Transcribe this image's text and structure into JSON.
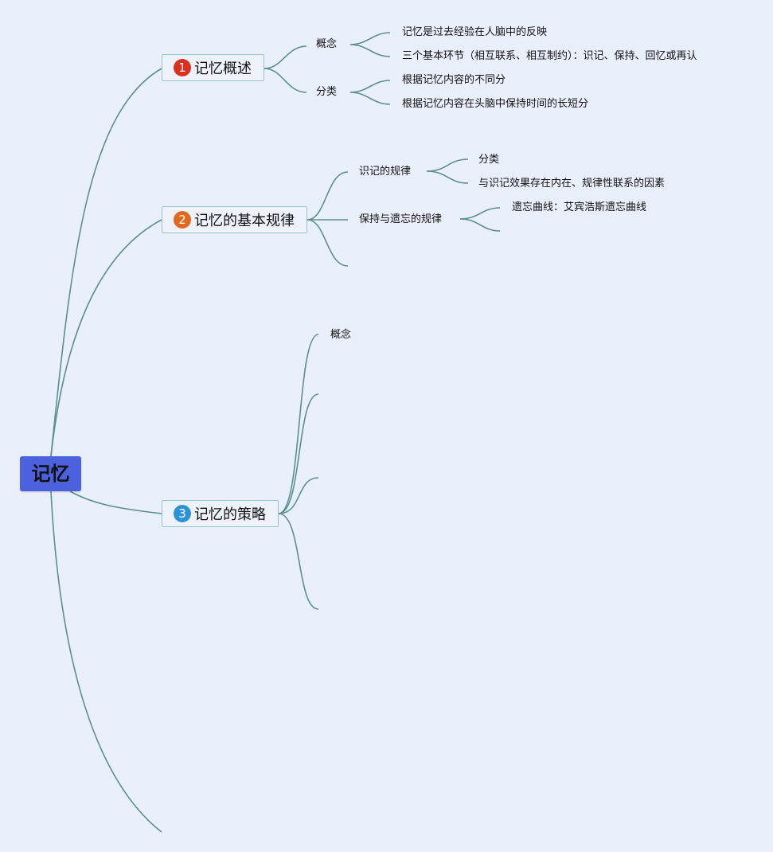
{
  "root": {
    "label": "记忆"
  },
  "topics": [
    {
      "marker": "1",
      "marker_color": "#d8321e",
      "label": "记忆概述",
      "children": [
        {
          "label": "概念",
          "children": [
            "记忆是过去经验在人脑中的反映",
            "三个基本环节（相互联系、相互制约）：识记、保持、回忆或再认"
          ]
        },
        {
          "label": "分类",
          "children": [
            "根据记忆内容的不同分",
            "根据记忆内容在头脑中保持时间的长短分"
          ]
        }
      ]
    },
    {
      "marker": "2",
      "marker_color": "#e2681f",
      "label": "记忆的基本规律",
      "children": [
        {
          "label": "识记的规律",
          "children": [
            "分类",
            "与识记效果存在内在、规律性联系的因素"
          ]
        },
        {
          "label": "保持与遗忘的规律",
          "children": [
            "遗忘曲线：艾宾浩斯遗忘曲线"
          ]
        }
      ]
    },
    {
      "marker": "3",
      "marker_color": "#2b93d6",
      "label": "记忆的策略",
      "children": [
        {
          "label": "概念"
        }
      ]
    }
  ],
  "colors": {
    "background": "#e9effb",
    "edge": "#5a918e",
    "root_fill": "#4b61dd",
    "topic_border": "#9bc2c6"
  }
}
